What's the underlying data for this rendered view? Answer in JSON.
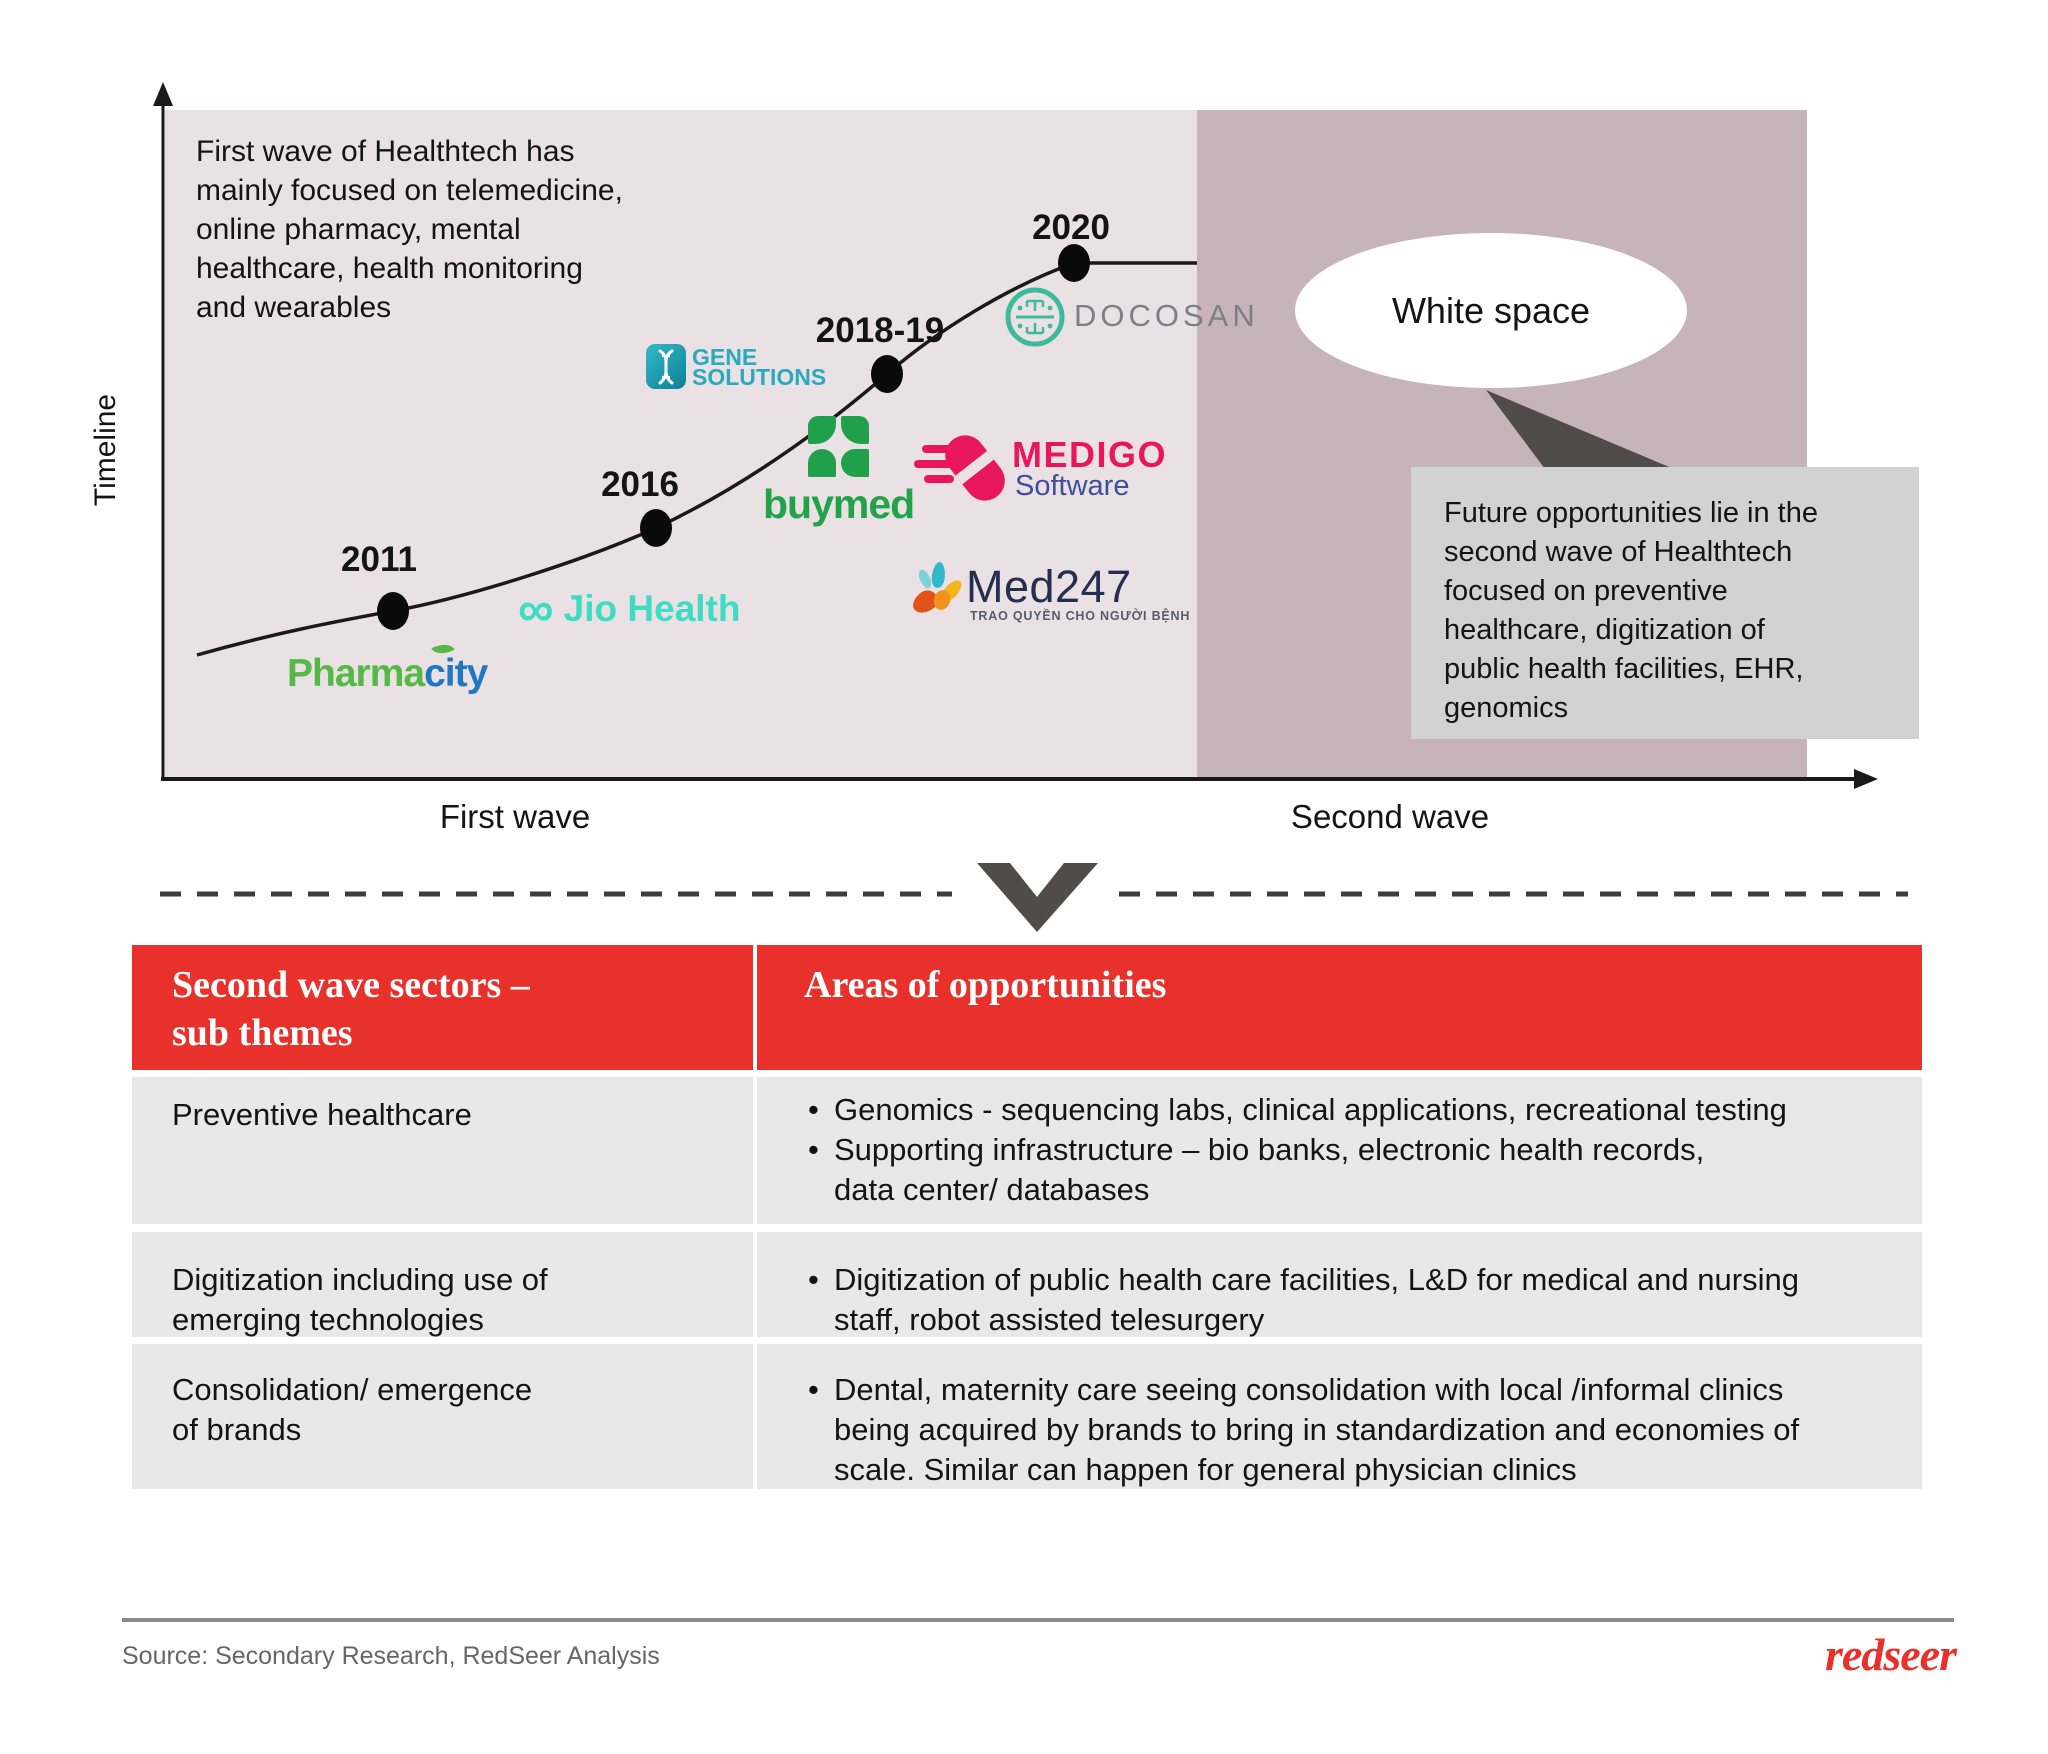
{
  "chart": {
    "y_axis_label": "Timeline",
    "intro_text": "First wave of Healthtech has\nmainly focused on telemedicine,\nonline pharmacy, mental\nhealthcare, health monitoring\nand wearables",
    "years": [
      "2011",
      "2016",
      "2018-19",
      "2020"
    ],
    "first_wave_label": "First wave",
    "second_wave_label": "Second wave",
    "white_space_label": "White space",
    "callout_text": "Future opportunities lie in the\nsecond wave of Healthtech\nfocused on preventive\nhealthcare, digitization of\npublic health facilities, EHR,\ngenomics"
  },
  "logos": {
    "pharmacity": {
      "part1": "Pharma",
      "part2": "city"
    },
    "jio_health": {
      "infinity": "∞",
      "text": "Jio Health"
    },
    "gene_solutions": {
      "line1": "GENE",
      "line2": "SOLUTIONS"
    },
    "buymed": {
      "text": "buymed"
    },
    "medigo": {
      "name": "MEDIGO",
      "sub": "Software"
    },
    "med247": {
      "name": "Med247",
      "tagline": "TRAO QUYỀN CHO NGƯỜI BỆNH"
    },
    "docosan": {
      "text": "DOCOSAN"
    }
  },
  "table": {
    "header": {
      "col1": "Second wave sectors –\nsub themes",
      "col2": "Areas of opportunities"
    },
    "rows": [
      {
        "sector": "Preventive healthcare",
        "bullets": [
          "Genomics - sequencing labs, clinical applications, recreational testing",
          "Supporting infrastructure – bio banks, electronic health records,\ndata center/ databases"
        ]
      },
      {
        "sector": "Digitization including use of\nemerging technologies",
        "bullets": [
          "Digitization of public health care facilities, L&D for medical and nursing\nstaff, robot assisted telesurgery"
        ]
      },
      {
        "sector": "Consolidation/ emergence\nof brands",
        "bullets": [
          "Dental, maternity care seeing consolidation with local /informal clinics\nbeing acquired by brands to bring in standardization and economies of\nscale. Similar can happen for general physician clinics"
        ]
      }
    ]
  },
  "footer": {
    "source": "Source: Secondary Research, RedSeer Analysis",
    "brand": "redseer"
  },
  "colors": {
    "first_wave_bg": "#EAE1E4",
    "second_wave_bg": "#C7B4BA",
    "accent_red": "#E8312B",
    "row_gray": "#E9E8E8",
    "callout_gray": "#D3D2D2",
    "dark_gray": "#4F4C4B"
  }
}
